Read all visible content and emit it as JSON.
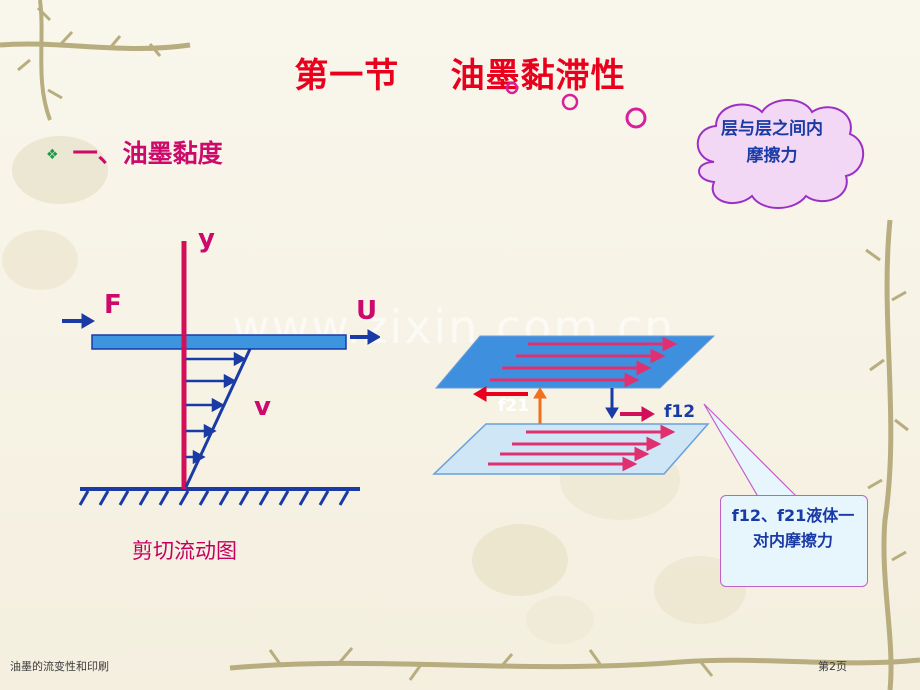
{
  "slide": {
    "title": "第一节    油墨黏滞性",
    "bullet": "一、油墨黏度",
    "bullet_marker": "❖",
    "cloud_text": "层与层之间内摩擦力",
    "shear": {
      "axis_label": "y",
      "force_label": "F",
      "velocity_label": "U",
      "profile_label": "v",
      "caption": "剪切流动图"
    },
    "layers": {
      "label_f21": "f21",
      "label_f12": "f12"
    },
    "callout_text": "f12、f21液体一对内摩擦力",
    "watermark": "www.zixin.com.cn",
    "footer": {
      "left": "油墨的流变性和印刷",
      "right": "第2页"
    },
    "colors": {
      "title": "#e8001c",
      "bullet": "#cc0a6b",
      "text_blue": "#1a3aa5",
      "plate_blue": "#4a90e0",
      "plate_light": "#cfe6f7",
      "axis_pink": "#d2105a"
    }
  }
}
